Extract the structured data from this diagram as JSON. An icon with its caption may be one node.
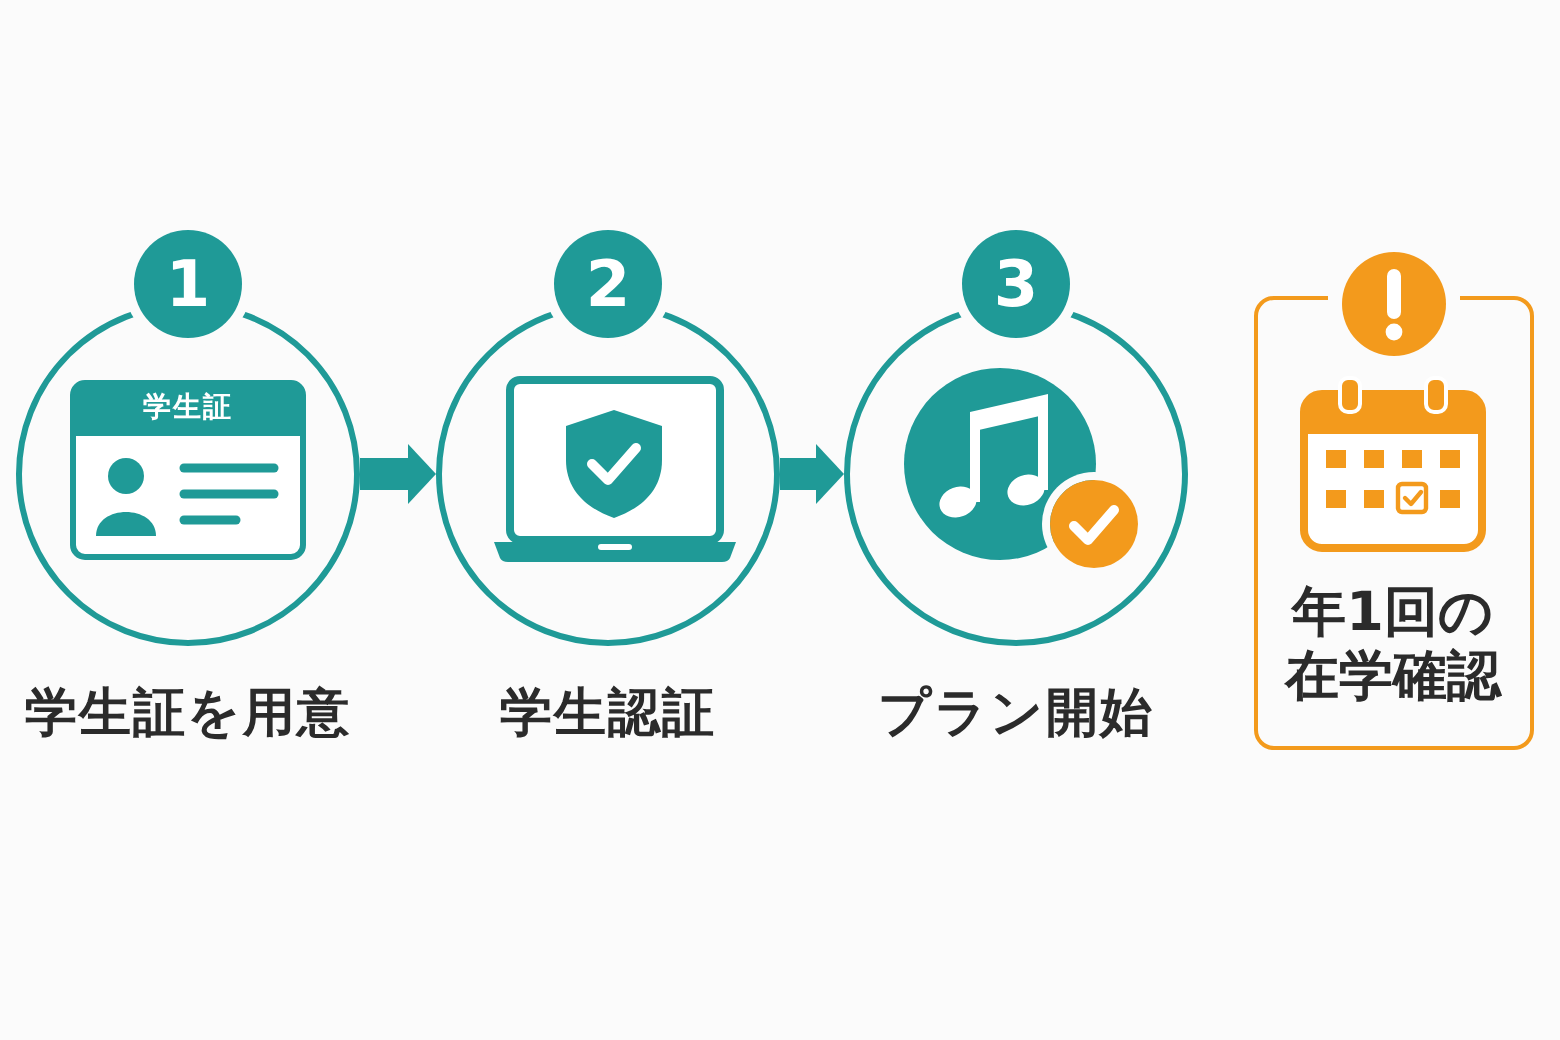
{
  "diagram": {
    "nodes": [
      {
        "text": [
          "1"
        ],
        "beside": [
          "学生証を用意"
        ]
      },
      {
        "text": [
          "2"
        ],
        "beside": [
          "学生認証"
        ]
      },
      {
        "text": [
          "3"
        ],
        "beside": [
          "プラン開始"
        ]
      },
      {
        "text": [
          "年1回の在学確認"
        ]
      }
    ],
    "edges": [
      {
        "from": 0,
        "to": 1,
        "arrow": "to"
      },
      {
        "from": 1,
        "to": 2,
        "arrow": "to"
      }
    ],
    "labels": [
      "学生証"
    ]
  }
}
